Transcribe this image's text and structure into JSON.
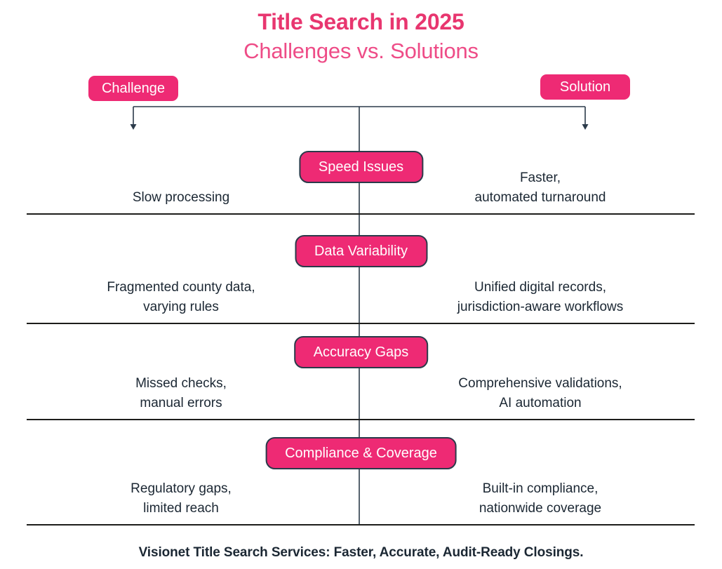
{
  "title": {
    "main": "Title Search in 2025",
    "sub": "Challenges vs. Solutions"
  },
  "headers": {
    "left_label": "Challenge",
    "right_label": "Solution"
  },
  "rows": [
    {
      "category": "Speed Issues",
      "challenge_line1": "Slow processing",
      "challenge_line2": "",
      "solution_line1": "Faster,",
      "solution_line2": "automated turnaround"
    },
    {
      "category": "Data Variability",
      "challenge_line1": "Fragmented county data,",
      "challenge_line2": "varying rules",
      "solution_line1": "Unified digital records,",
      "solution_line2": "jurisdiction-aware workflows"
    },
    {
      "category": "Accuracy Gaps",
      "challenge_line1": "Missed checks,",
      "challenge_line2": "manual errors",
      "solution_line1": "Comprehensive validations,",
      "solution_line2": "AI automation"
    },
    {
      "category": "Compliance & Coverage",
      "challenge_line1": "Regulatory gaps,",
      "challenge_line2": "limited reach",
      "solution_line1": "Built-in compliance,",
      "solution_line2": "nationwide coverage"
    }
  ],
  "footer": {
    "text": "Visionet Title Search Services: Faster, Accurate, Audit-Ready Closings."
  },
  "colors": {
    "pink_bold": "#e8366f",
    "pink_light": "#ee4c87",
    "pill_fill": "#ee2a74",
    "pill_border": "#2b3a4a",
    "connector": "#2b3a4a",
    "text_dark": "#1b2733",
    "rule": "#1d1d1b",
    "background": "#ffffff"
  }
}
